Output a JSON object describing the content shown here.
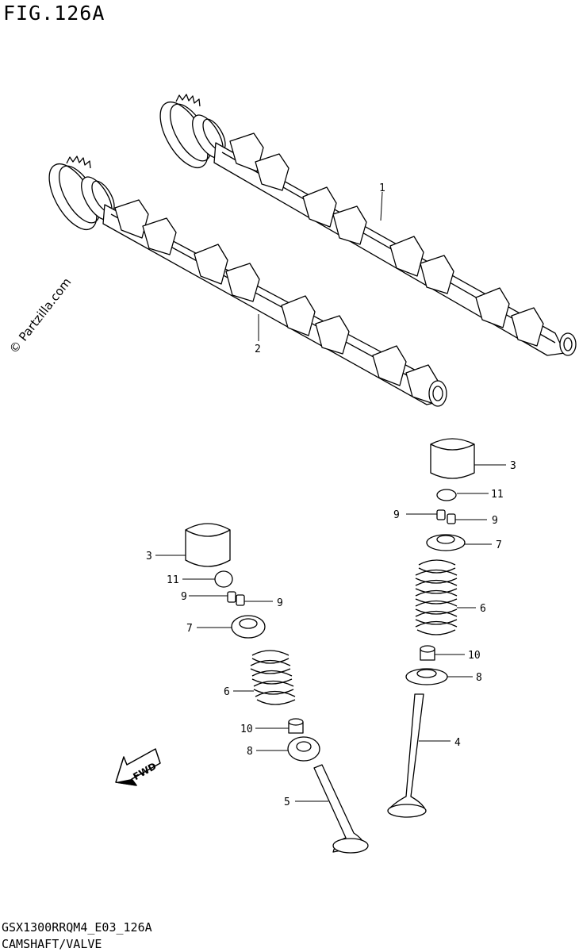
{
  "figure": {
    "title": "FIG.126A",
    "watermark": "© Partzilla.com",
    "footer_code": "GSX1300RRQM4_E03_126A",
    "footer_name": "CAMSHAFT/VALVE",
    "direction_label": "FWD"
  },
  "callouts": [
    {
      "id": "c1a",
      "label": "1"
    },
    {
      "id": "c2a",
      "label": "2"
    },
    {
      "id": "c3a",
      "label": "3"
    },
    {
      "id": "c11a",
      "label": "11"
    },
    {
      "id": "c9a",
      "label": "9"
    },
    {
      "id": "c9b",
      "label": "9"
    },
    {
      "id": "c7a",
      "label": "7"
    },
    {
      "id": "c6a",
      "label": "6"
    },
    {
      "id": "c10a",
      "label": "10"
    },
    {
      "id": "c8a",
      "label": "8"
    },
    {
      "id": "c4a",
      "label": "4"
    },
    {
      "id": "c3b",
      "label": "3"
    },
    {
      "id": "c11b",
      "label": "11"
    },
    {
      "id": "c9c",
      "label": "9"
    },
    {
      "id": "c9d",
      "label": "9"
    },
    {
      "id": "c7b",
      "label": "7"
    },
    {
      "id": "c6b",
      "label": "6"
    },
    {
      "id": "c10b",
      "label": "10"
    },
    {
      "id": "c8b",
      "label": "8"
    },
    {
      "id": "c5a",
      "label": "5"
    }
  ]
}
